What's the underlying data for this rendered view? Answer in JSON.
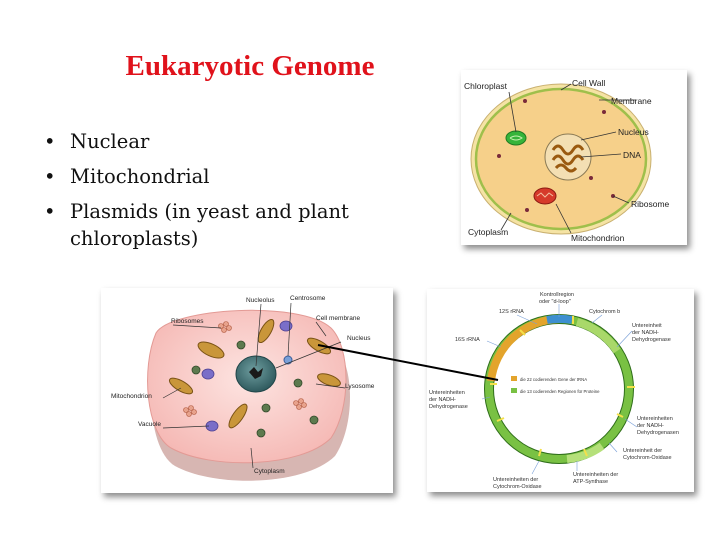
{
  "slide": {
    "title": "Eukaryotic Genome",
    "bullets": [
      "Nuclear",
      "Mitochondrial",
      "Plasmids (in yeast and plant chloroplasts)"
    ]
  },
  "prokaryote_diagram": {
    "labels": {
      "chloroplast": "Chloroplast",
      "cell_wall": "Cell Wall",
      "membrane": "Membrane",
      "nucleus": "Nucleus",
      "dna": "DNA",
      "ribosome": "Ribosome",
      "cytoplasm": "Cytoplasm",
      "mitochondrion": "Mitochondrion"
    }
  },
  "animal_cell_diagram": {
    "labels": {
      "nucleolus": "Nucleolus",
      "centrosome": "Centrosome",
      "ribosomes": "Ribosomes",
      "cell_membrane": "Cell membrane",
      "nucleus": "Nucleus",
      "lysosome": "Lysosome",
      "mitochondrion": "Mitochondrion",
      "vacuole": "Vacuole",
      "cytoplasm": "Cytoplasm"
    }
  },
  "mtdna_diagram": {
    "labels": {
      "control_region": "Kontrollregion",
      "d_loop": "oder \"d-loop\"",
      "rrna_12s": "12S rRNA",
      "rrna_16s": "16S rRNA",
      "cytochrom_b": "Cytochrom b",
      "nadh_top_right_1": "Untereinheit",
      "nadh_top_right_2": "der  NADH-",
      "nadh_top_right_3": "Dehydrogenase",
      "nadh_left_1": "Untereinheiten",
      "nadh_left_2": "der NADH-",
      "nadh_left_3": "Dehydrogenase",
      "nadh_right_1": "Untereinheiten",
      "nadh_right_2": "der NADH-",
      "nadh_right_3": "Dehydrogenasen",
      "cox_right_1": "Untereinheit der",
      "cox_right_2": "Cytochrom-Oxidase",
      "atp_1": "Untereinheiten der",
      "atp_2": "ATP-Synthase",
      "cox_bottom_1": "Untereinheiten der",
      "cox_bottom_2": "Cytochrom-Oxidase",
      "legend_trna": "die 22 codierenden Gene der tRNA",
      "legend_proteins": "die 13 codierenden Regionen für Proteine"
    },
    "colors": {
      "ring_green": "#79c143",
      "ring_orange": "#e3a42c",
      "ring_blue": "#3d8fd0"
    }
  }
}
